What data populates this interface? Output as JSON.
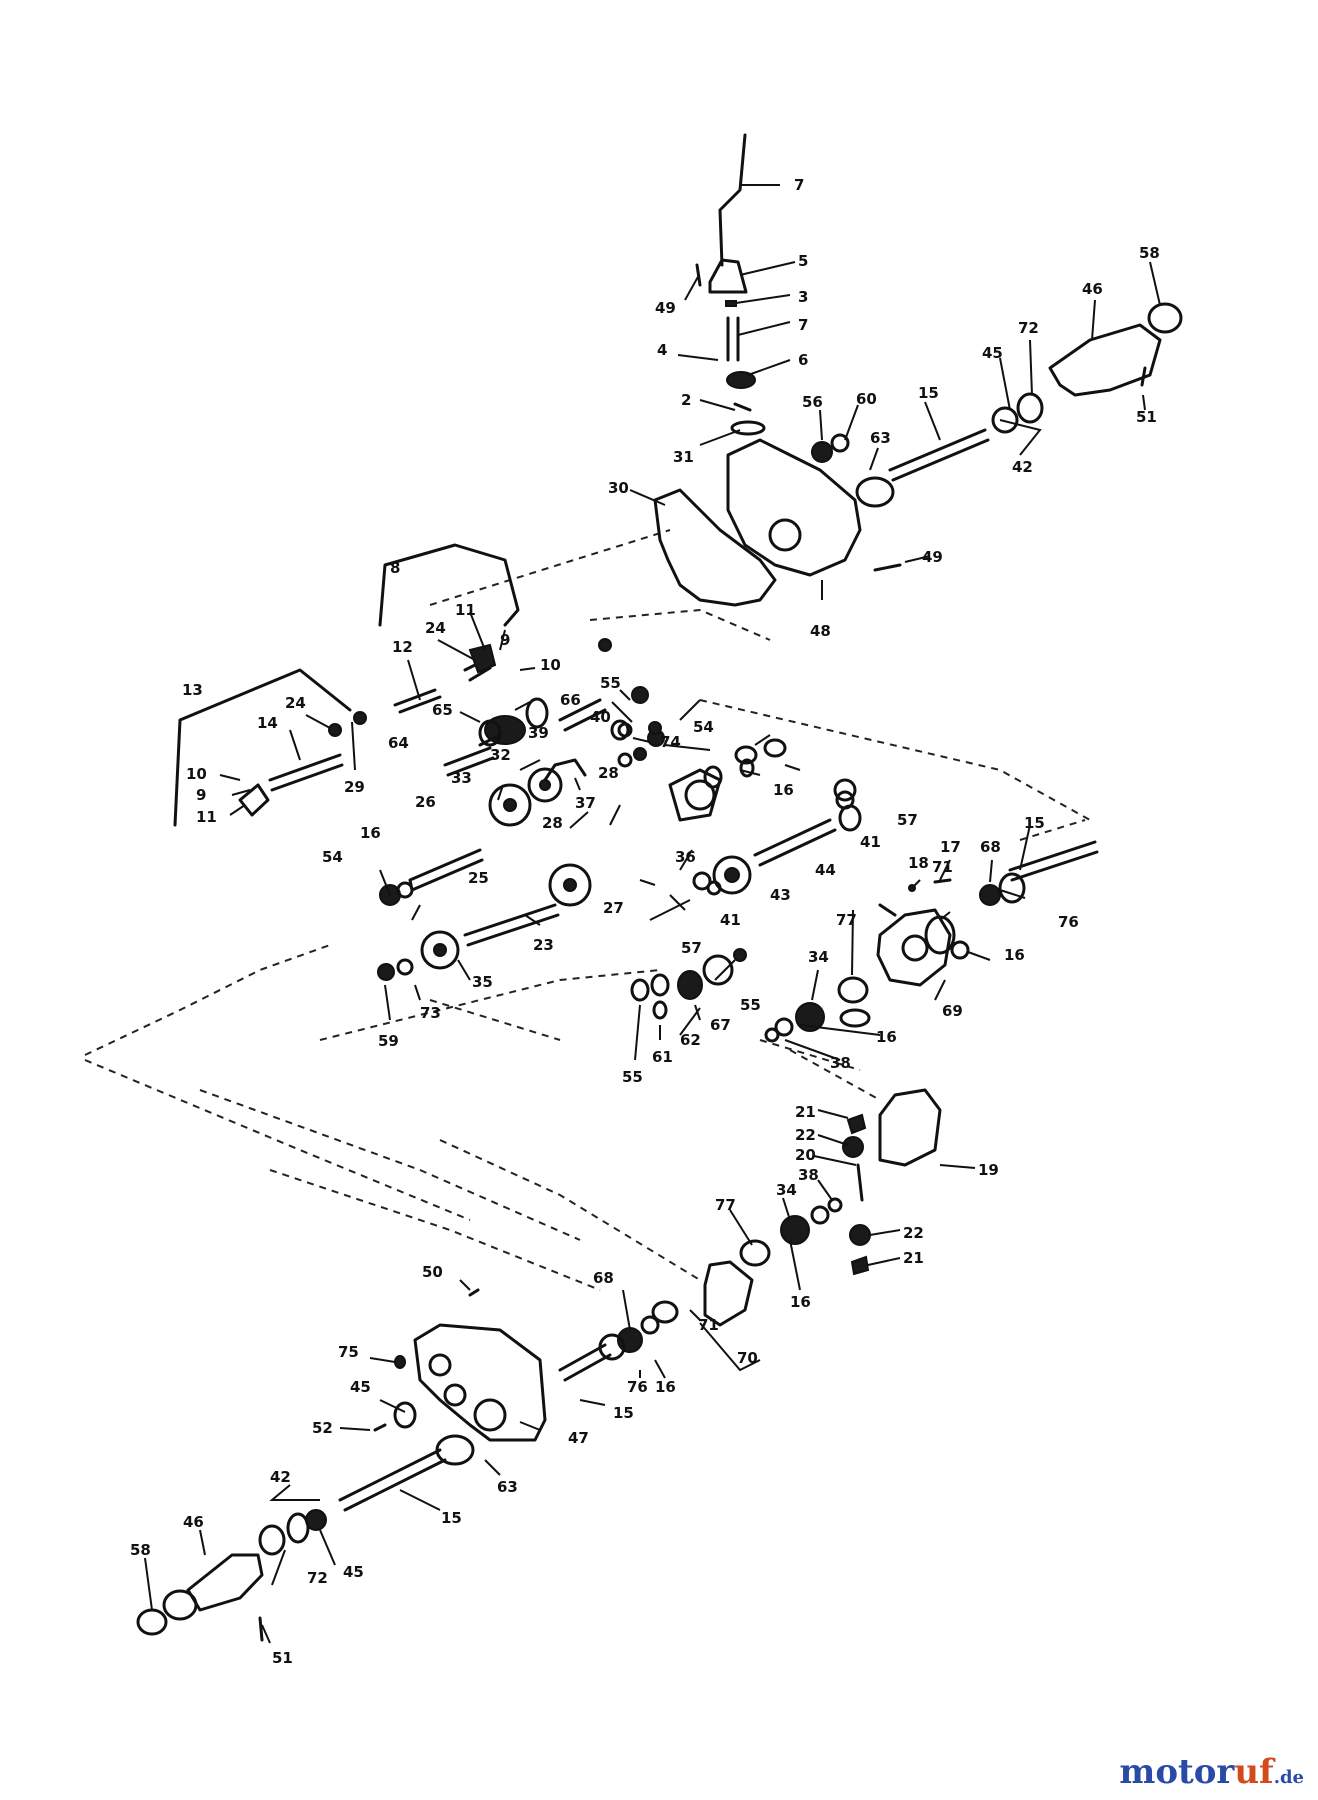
{
  "watermark": {
    "brand_main": "motor",
    "brand_accent": "uf",
    "brand_suffix": ".de"
  },
  "colors": {
    "line": "#111111",
    "watermark_blue": "#2a4aa8",
    "watermark_orange": "#d44a1c"
  },
  "labels": {
    "l7a": "7",
    "l5": "5",
    "l3": "3",
    "l7b": "7",
    "l6": "6",
    "l4": "4",
    "l49a": "49",
    "l2": "2",
    "l31": "31",
    "l30": "30",
    "l56": "56",
    "l60": "60",
    "l63a": "63",
    "l15a": "15",
    "l45a": "45",
    "l72a": "72",
    "l46a": "46",
    "l58a": "58",
    "l42a": "42",
    "l51a": "51",
    "l49b": "49",
    "l48": "48",
    "l8": "8",
    "l11a": "11",
    "l24a": "24",
    "l9a": "9",
    "l10a": "10",
    "l12": "12",
    "l13": "13",
    "l24b": "24",
    "l14": "14",
    "l10b": "10",
    "l9b": "9",
    "l11b": "11",
    "l29": "29",
    "l65": "65",
    "l66": "66",
    "l55a": "55",
    "l40": "40",
    "l74": "74",
    "l64": "64",
    "l39": "39",
    "l54a": "54",
    "l32": "32",
    "l28a": "28",
    "l16a": "16",
    "l33": "33",
    "l26": "26",
    "l37": "37",
    "l28b": "28",
    "l57a": "57",
    "l41a": "41",
    "l36": "36",
    "l44": "44",
    "l16b": "16",
    "l54b": "54",
    "l25": "25",
    "l27": "27",
    "l43": "43",
    "l41b": "41",
    "l57b": "57",
    "l23": "23",
    "l18": "18",
    "l17": "17",
    "l68a": "68",
    "l15b": "15",
    "l71a": "71",
    "l76a": "76",
    "l16c": "16",
    "l77a": "77",
    "l34a": "34",
    "l35": "35",
    "l73": "73",
    "l59": "59",
    "l55b": "55",
    "l67": "67",
    "l62": "62",
    "l61": "61",
    "l55c": "55",
    "l69": "69",
    "l16d": "16",
    "l38a": "38",
    "l21a": "21",
    "l22a": "22",
    "l20": "20",
    "l19": "19",
    "l38b": "38",
    "l77b": "77",
    "l34b": "34",
    "l22b": "22",
    "l21b": "21",
    "l16e": "16",
    "l50": "50",
    "l68b": "68",
    "l71b": "71",
    "l70": "70",
    "l75": "75",
    "l76b": "76",
    "l16f": "16",
    "l45b": "45",
    "l15c": "15",
    "l52": "52",
    "l47": "47",
    "l63b": "63",
    "l42b": "42",
    "l15d": "15",
    "l46b": "46",
    "l58b": "58",
    "l72b": "72",
    "l45c": "45",
    "l51b": "51"
  }
}
